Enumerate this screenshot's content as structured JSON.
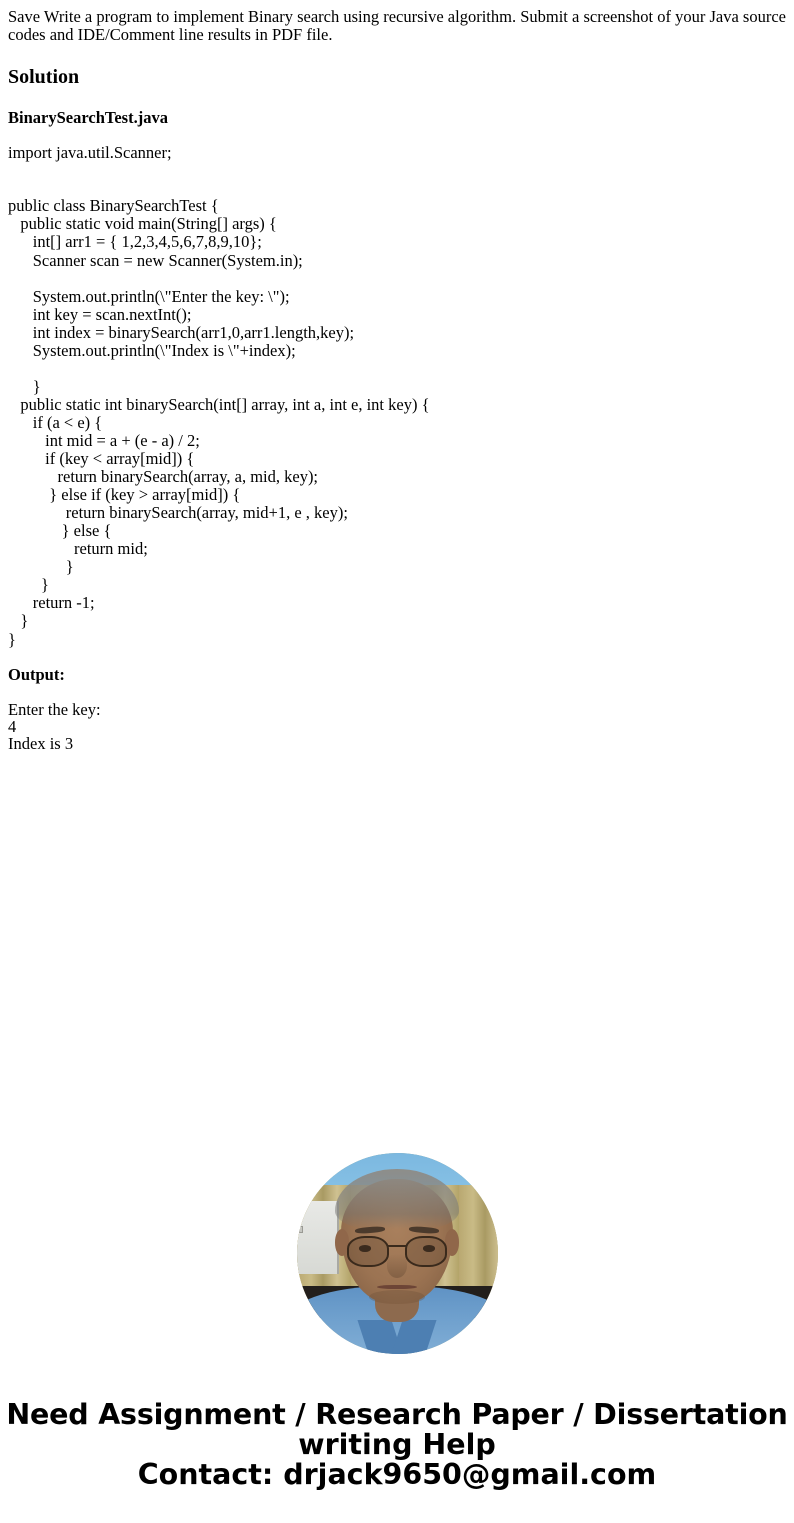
{
  "document": {
    "intro_paragraph": "Save Write a program to implement Binary search using recursive algorithm. Submit a screenshot of your Java source codes and IDE/Comment line results in PDF file.",
    "solution_heading": "Solution",
    "file_name": "BinarySearchTest.java",
    "import_line": "import java.util.Scanner;",
    "code": "public class BinarySearchTest {\n   public static void main(String[] args) {\n      int[] arr1 = { 1,2,3,4,5,6,7,8,9,10};\n      Scanner scan = new Scanner(System.in);\n\n      System.out.println(\\\"Enter the key: \\\");\n      int key = scan.nextInt();\n      int index = binarySearch(arr1,0,arr1.length,key);\n      System.out.println(\\\"Index is \\\"+index);\n\n      }\n   public static int binarySearch(int[] array, int a, int e, int key) {\n      if (a < e) {\n         int mid = a + (e - a) / 2;\n         if (key < array[mid]) {\n            return binarySearch(array, a, mid, key);\n          } else if (key > array[mid]) {\n              return binarySearch(array, mid+1, e , key);\n             } else {\n                return mid;\n              }\n        }\n      return -1;\n   }\n}",
    "output_heading": "Output:",
    "output_text": "Enter the key:\n4\nIndex is 3"
  },
  "avatar": {
    "alt": "portrait-photo-of-man-with-glasses"
  },
  "footer": {
    "line1": "Need Assignment / Research Paper / Dissertation",
    "line2": "writing Help",
    "line3": "Contact: drjack9650@gmail.com"
  },
  "colors": {
    "text": "#000000",
    "background": "#ffffff",
    "shirt": "#6fa0cd",
    "wall": "#bfae79",
    "sky": "#84bfe4"
  }
}
